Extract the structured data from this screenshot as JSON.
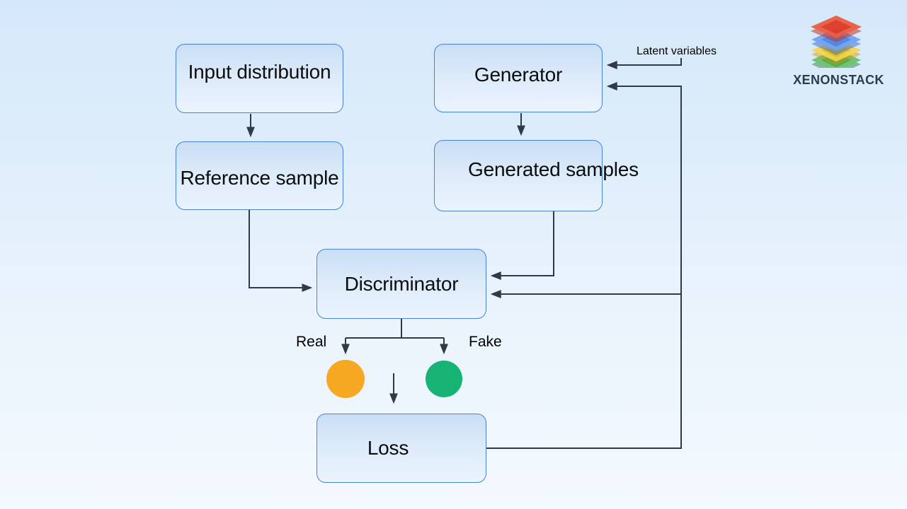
{
  "diagram": {
    "title_semantic": "GAN architecture flow diagram",
    "nodes": {
      "input_distribution": {
        "label": "Input distribution"
      },
      "generator": {
        "label": "Generator"
      },
      "reference_sample": {
        "label": "Reference sample"
      },
      "generated_samples": {
        "label": "Generated samples"
      },
      "discriminator": {
        "label": "Discriminator"
      },
      "loss": {
        "label": "Loss"
      }
    },
    "annotations": {
      "latent_variables": "Latent variables",
      "real": "Real",
      "fake": "Fake"
    },
    "indicators": {
      "real_color": "#F7A823",
      "fake_color": "#16B375"
    },
    "connector_color": "#2F3A49",
    "node_border_color": "#4A82D4",
    "node_fill_top": "#C9DEF5",
    "node_fill_bottom": "#EAF4FE",
    "background_top": "#D5E8FA",
    "background_bottom": "#F3F9FE"
  },
  "branding": {
    "logo_text": "XENONSTACK",
    "logo_text_color": "#2E3B4E",
    "logo_layer_colors": [
      "#DE3A24",
      "#4285F4",
      "#F2C111",
      "#3BA84E"
    ]
  }
}
